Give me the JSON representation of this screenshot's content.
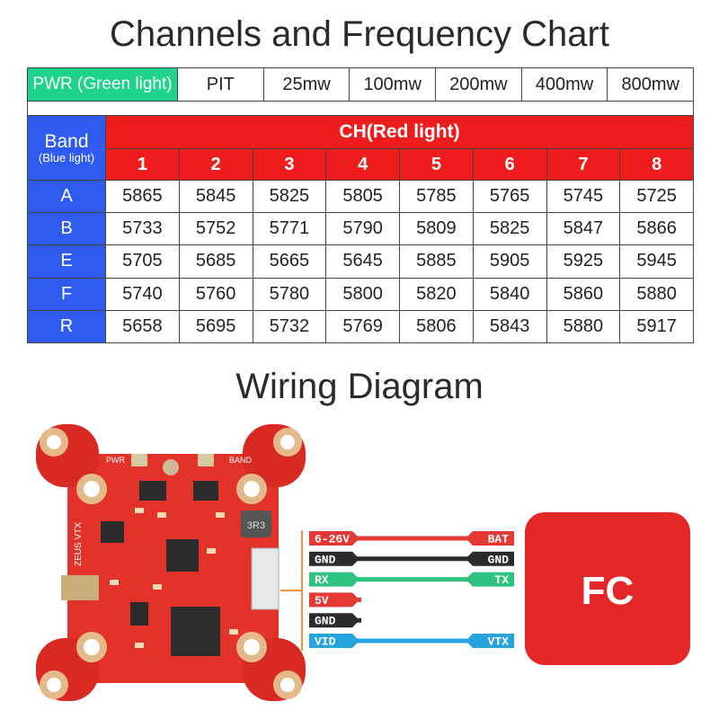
{
  "titles": {
    "chart": "Channels and Frequency Chart",
    "wiring": "Wiring Diagram"
  },
  "power": {
    "label": "PWR (Green light)",
    "levels": [
      "PIT",
      "25mw",
      "100mw",
      "200mw",
      "400mw",
      "800mw"
    ]
  },
  "channels": {
    "band_label": "Band",
    "band_sub": "(Blue light)",
    "ch_label": "CH(Red light)",
    "numbers": [
      "1",
      "2",
      "3",
      "4",
      "5",
      "6",
      "7",
      "8"
    ],
    "rows": [
      {
        "band": "A",
        "values": [
          "5865",
          "5845",
          "5825",
          "5805",
          "5785",
          "5765",
          "5745",
          "5725"
        ]
      },
      {
        "band": "B",
        "values": [
          "5733",
          "5752",
          "5771",
          "5790",
          "5809",
          "5825",
          "5847",
          "5866"
        ]
      },
      {
        "band": "E",
        "values": [
          "5705",
          "5685",
          "5665",
          "5645",
          "5885",
          "5905",
          "5925",
          "5945"
        ]
      },
      {
        "band": "F",
        "values": [
          "5740",
          "5760",
          "5780",
          "5800",
          "5820",
          "5840",
          "5860",
          "5880"
        ]
      },
      {
        "band": "R",
        "values": [
          "5658",
          "5695",
          "5732",
          "5769",
          "5806",
          "5843",
          "5880",
          "5917"
        ]
      }
    ]
  },
  "board": {
    "silk_pwr": "PWR",
    "silk_band": "BAND",
    "silk_model": "ZEUS VTX",
    "chip_mark": "3R3"
  },
  "wires": [
    {
      "left": "6-26V",
      "right": "BAT",
      "color": "#e53935"
    },
    {
      "left": "GND",
      "right": "GND",
      "color": "#2b2b2b"
    },
    {
      "left": "RX",
      "right": "TX",
      "color": "#2ec27e"
    },
    {
      "left": "5V",
      "right": "",
      "color": "#e53935"
    },
    {
      "left": "GND",
      "right": "",
      "color": "#2b2b2b"
    },
    {
      "left": "VID",
      "right": "VTX",
      "color": "#27a3e0"
    }
  ],
  "fc": {
    "label": "FC",
    "color": "#e32626"
  }
}
